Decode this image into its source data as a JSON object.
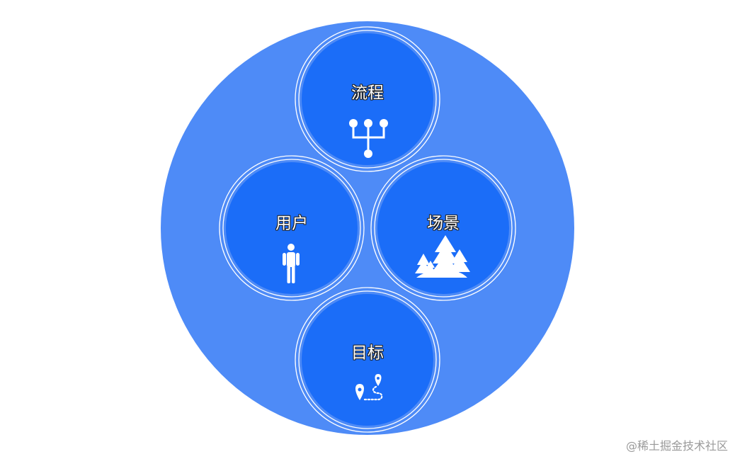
{
  "colors": {
    "outer": "#4E8BF7",
    "inner": "#1B6DF8",
    "ring": "#ffffff",
    "icon": "#ffffff",
    "watermark": "#9a9a9a"
  },
  "nodes": [
    {
      "id": "process",
      "label": "流程",
      "icon": "branch-icon"
    },
    {
      "id": "user",
      "label": "用户",
      "icon": "person-icon"
    },
    {
      "id": "scene",
      "label": "场景",
      "icon": "trees-icon"
    },
    {
      "id": "goal",
      "label": "目标",
      "icon": "route-pin-icon"
    }
  ],
  "watermark": "@稀土掘金技术社区"
}
